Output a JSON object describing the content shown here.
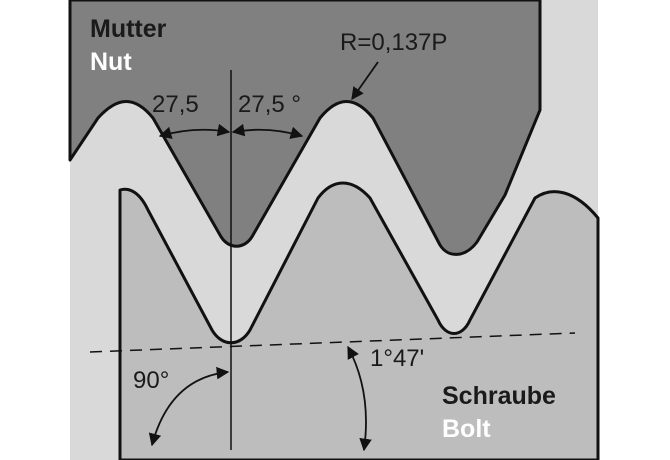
{
  "labels": {
    "nut_de": "Mutter",
    "nut_en": "Nut",
    "bolt_de": "Schraube",
    "bolt_en": "Bolt",
    "radius": "R=0,137P",
    "flank_left": "27,5",
    "flank_right": "27,5 °",
    "right_angle": "90°",
    "taper_angle": "1°47'"
  },
  "colors": {
    "nut_fill": "#808080",
    "gap_fill": "#d9d9d9",
    "bolt_fill": "#bdbdbd",
    "line": "#111111",
    "label_white": "#ffffff"
  }
}
